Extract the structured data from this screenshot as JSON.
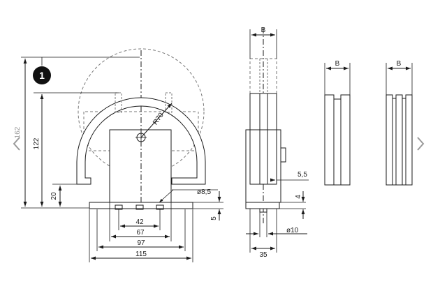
{
  "drawing": {
    "callout": "1",
    "front": {
      "height_total": "162",
      "height_axle": "122",
      "height_base": "20",
      "radius": "R70",
      "hole": "ø8,5",
      "base_thickness": "5",
      "bolt_spacing": "42",
      "inner_width": "67",
      "mid_width": "97",
      "base_width": "115"
    },
    "side": {
      "width_label": "B",
      "axle_offset": "5,5",
      "step": "4",
      "shaft_dia": "ø10",
      "base_depth": "35"
    },
    "profile_a": {
      "width_label": "B"
    },
    "profile_b": {
      "width_label": "B"
    }
  },
  "nav": {
    "prev": "previous-image",
    "next": "next-image"
  },
  "colors": {
    "line": "#1a1a1a",
    "dashed": "#777777",
    "callout": "#111111",
    "nav": "#9a9a9a"
  }
}
